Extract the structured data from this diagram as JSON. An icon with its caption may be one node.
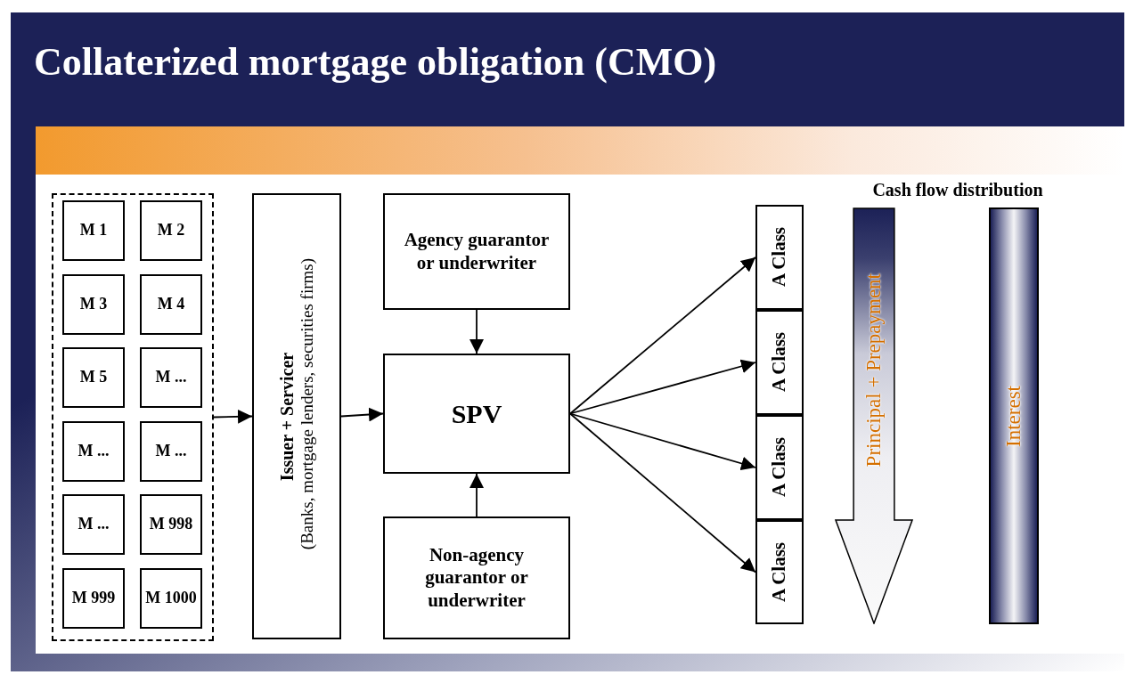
{
  "diagram": {
    "title": "Collaterized mortgage obligation (CMO)",
    "nodes": [
      {
        "text": [],
        "shape": "box"
      },
      {
        "text": [
          "M 1"
        ],
        "in": 0
      },
      {
        "text": [
          "M 2"
        ],
        "in": 0
      },
      {
        "text": [
          "M 3"
        ],
        "in": 0
      },
      {
        "text": [
          "M 4"
        ],
        "in": 0
      },
      {
        "text": [
          "M 5"
        ],
        "in": 0
      },
      {
        "text": [
          "M ..."
        ],
        "in": 0
      },
      {
        "text": [
          "M ..."
        ],
        "in": 0
      },
      {
        "text": [
          "M ..."
        ],
        "in": 0
      },
      {
        "text": [
          "M ..."
        ],
        "in": 0
      },
      {
        "text": [
          "M 998"
        ],
        "in": 0
      },
      {
        "text": [
          "M 999"
        ],
        "in": 0
      },
      {
        "text": [
          "M 1000"
        ],
        "in": 0
      },
      {
        "text": [
          "Issuer + Servicer",
          "(Banks, mortgage lenders, securities firms)"
        ]
      },
      {
        "text": [
          "Agency guarantor or underwriter"
        ]
      },
      {
        "text": [
          "SPV"
        ]
      },
      {
        "text": [
          "Non-agency guarantor or underwriter"
        ]
      },
      {
        "text": [
          "A Class"
        ]
      },
      {
        "text": [
          "A Class"
        ]
      },
      {
        "text": [
          "A Class"
        ]
      },
      {
        "text": [
          "A Class"
        ]
      },
      {
        "text": [
          "Principal + Prepayment"
        ]
      },
      {
        "text": [
          "Interest"
        ]
      }
    ],
    "edges": [
      {
        "from": 0,
        "to": 13,
        "arrow": "to"
      },
      {
        "from": 13,
        "to": 15,
        "arrow": "to"
      },
      {
        "from": 14,
        "to": 15,
        "arrow": "to"
      },
      {
        "from": 16,
        "to": 15,
        "arrow": "to"
      },
      {
        "from": 15,
        "to": 17,
        "arrow": "to"
      },
      {
        "from": 15,
        "to": 18,
        "arrow": "to"
      },
      {
        "from": 15,
        "to": 19,
        "arrow": "to"
      },
      {
        "from": 15,
        "to": 20,
        "arrow": "to"
      }
    ],
    "labels": [
      "Cash flow distribution"
    ]
  }
}
